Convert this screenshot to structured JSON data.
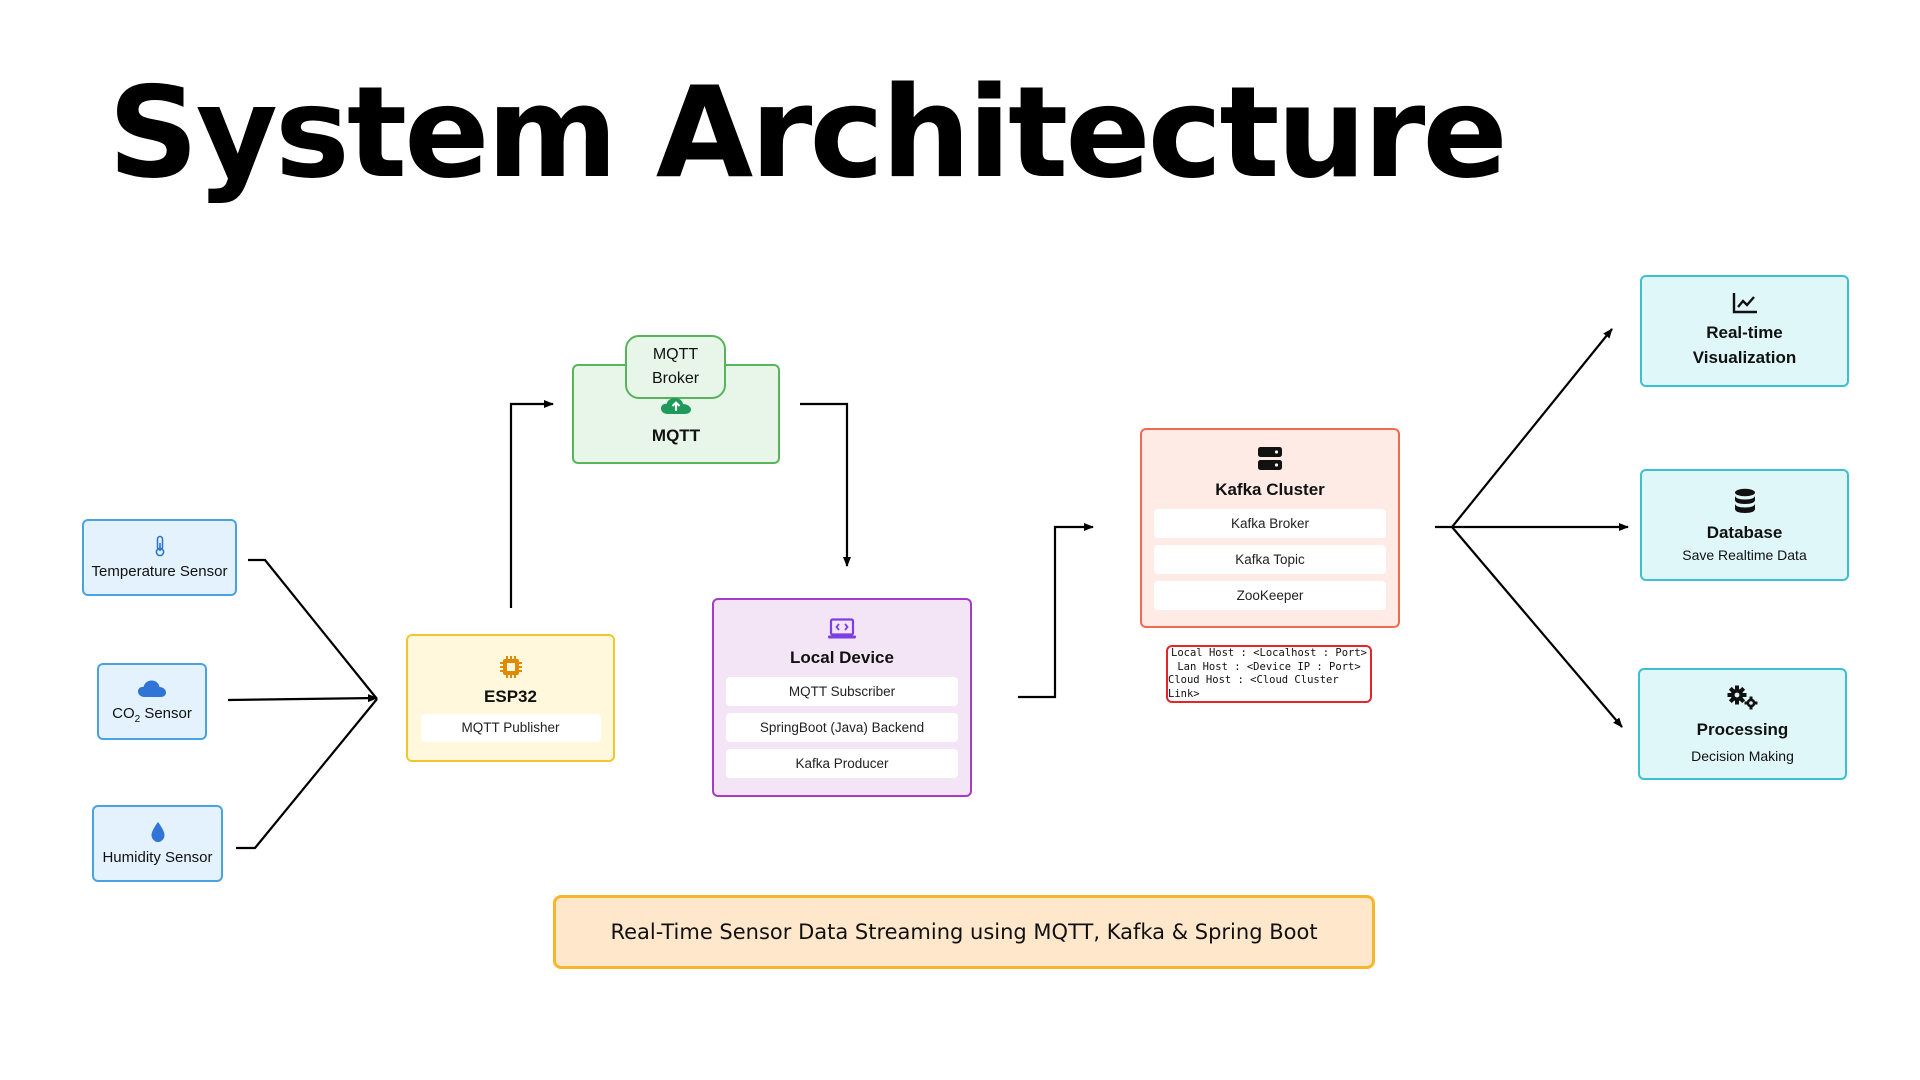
{
  "title": "System Architecture",
  "sensors": {
    "temperature": {
      "label": "Temperature Sensor",
      "icon": "thermometer-icon"
    },
    "co2": {
      "label_prefix": "CO",
      "label_sub": "2",
      "label_suffix": " Sensor",
      "icon": "cloud-icon"
    },
    "humidity": {
      "label": "Humidity Sensor",
      "icon": "droplet-icon"
    }
  },
  "esp32": {
    "title": "ESP32",
    "item": "MQTT Publisher",
    "icon": "chip-icon"
  },
  "mqtt": {
    "broker_line1": "MQTT",
    "broker_line2": "Broker",
    "title": "MQTT",
    "icon": "cloud-upload-icon"
  },
  "local_device": {
    "title": "Local Device",
    "icon": "laptop-code-icon",
    "items": [
      "MQTT Subscriber",
      "SpringBoot (Java) Backend",
      "Kafka Producer"
    ]
  },
  "kafka": {
    "title": "Kafka Cluster",
    "icon": "server-icon",
    "items": [
      "Kafka Broker",
      "Kafka Topic",
      "ZooKeeper"
    ],
    "hosts": [
      "Local Host : <Localhost : Port>",
      "Lan Host : <Device IP : Port>",
      "Cloud Host : <Cloud Cluster Link>"
    ]
  },
  "outputs": {
    "visualization": {
      "line1": "Real-time",
      "line2": "Visualization",
      "icon": "line-chart-icon"
    },
    "database": {
      "title": "Database",
      "sub": "Save Realtime Data",
      "icon": "database-icon"
    },
    "processing": {
      "title": "Processing",
      "sub": "Decision Making",
      "icon": "gears-icon"
    }
  },
  "banner": "Real-Time Sensor Data Streaming using MQTT, Kafka & Spring Boot",
  "colors": {
    "sensor_border": "#4aa3df",
    "esp_border": "#f3c62d",
    "mqtt_border": "#58b45c",
    "local_border": "#a63bc4",
    "kafka_border": "#f06a4f",
    "output_border": "#3bbfd1",
    "hosts_border": "#e5252a",
    "banner_border": "#f7b72d"
  }
}
